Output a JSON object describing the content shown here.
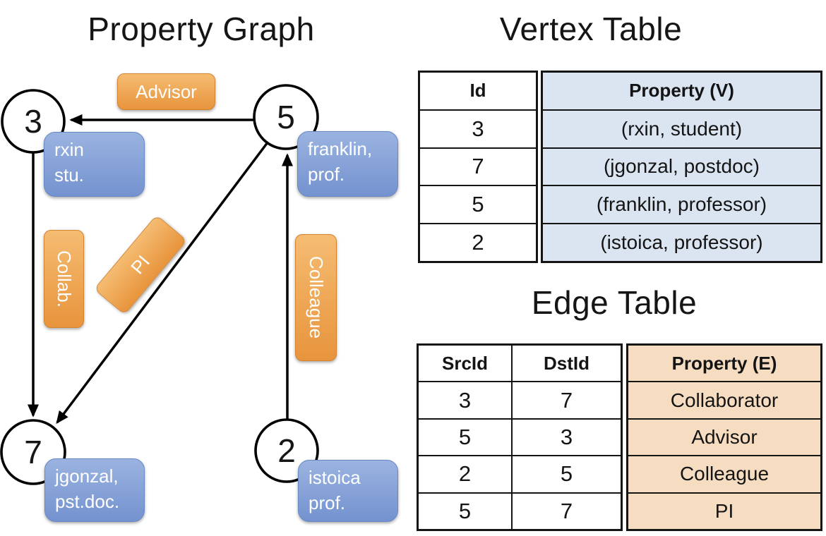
{
  "graph": {
    "title": "Property Graph",
    "nodes": [
      {
        "id": "3",
        "line1": "rxin",
        "line2": "stu."
      },
      {
        "id": "5",
        "line1": "franklin,",
        "line2": "prof."
      },
      {
        "id": "7",
        "line1": "jgonzal,",
        "line2": "pst.doc."
      },
      {
        "id": "2",
        "line1": "istoica",
        "line2": "prof."
      }
    ],
    "edge_labels": [
      {
        "text": "Advisor"
      },
      {
        "text": "Collab."
      },
      {
        "text": "PI"
      },
      {
        "text": "Colleague"
      }
    ]
  },
  "vertex_table": {
    "title": "Vertex Table",
    "headers": {
      "id": "Id",
      "property": "Property (V)"
    },
    "rows": [
      {
        "id": "3",
        "property": "(rxin, student)"
      },
      {
        "id": "7",
        "property": "(jgonzal, postdoc)"
      },
      {
        "id": "5",
        "property": "(franklin, professor)"
      },
      {
        "id": "2",
        "property": "(istoica, professor)"
      }
    ]
  },
  "edge_table": {
    "title": "Edge Table",
    "headers": {
      "src": "SrcId",
      "dst": "DstId",
      "property": "Property (E)"
    },
    "rows": [
      {
        "src": "3",
        "dst": "7",
        "property": "Collaborator"
      },
      {
        "src": "5",
        "dst": "3",
        "property": "Advisor"
      },
      {
        "src": "2",
        "dst": "5",
        "property": "Colleague"
      },
      {
        "src": "5",
        "dst": "7",
        "property": "PI"
      }
    ]
  },
  "colors": {
    "edge_label_orange": "#ECA24D",
    "vertex_label_blue": "#84A3D6",
    "vertex_table_fill": "#DBE5F2",
    "edge_table_fill": "#F6DDC2",
    "line_black": "#000000"
  }
}
